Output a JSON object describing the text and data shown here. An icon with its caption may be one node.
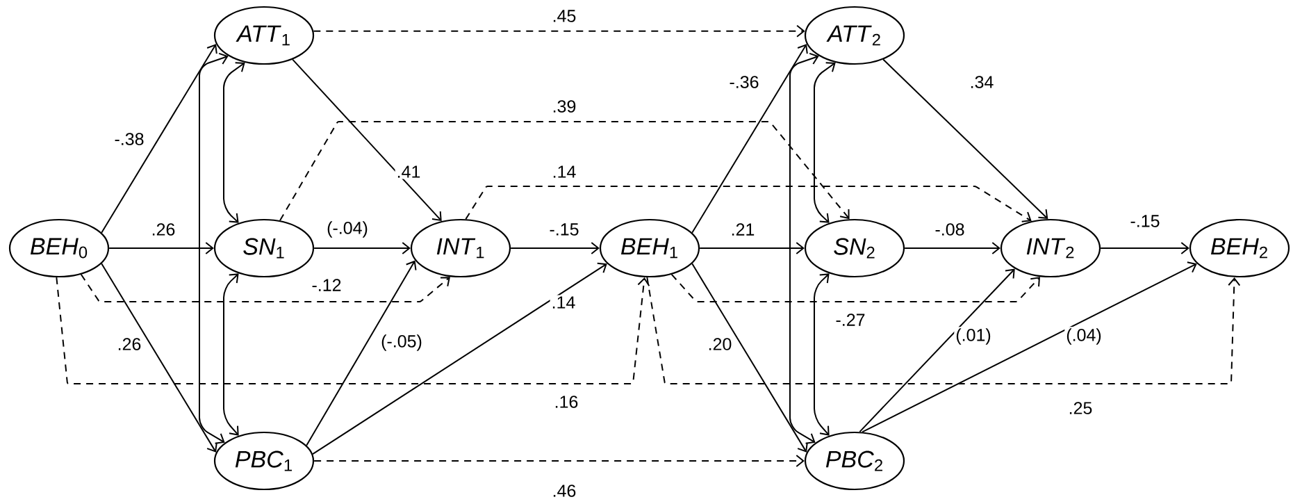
{
  "diagram": {
    "nodes": [
      {
        "text": [
          "*BEH*$_{0}$"
        ]
      },
      {
        "text": [
          "*ATT*$_{1}$"
        ]
      },
      {
        "text": [
          "*SN*$_{1}$"
        ]
      },
      {
        "text": [
          "*PBC*$_{1}$"
        ]
      },
      {
        "text": [
          "*INT*$_{1}$"
        ]
      },
      {
        "text": [
          "*BEH*$_{1}$"
        ]
      },
      {
        "text": [
          "*ATT*$_{2}$"
        ]
      },
      {
        "text": [
          "*SN*$_{2}$"
        ]
      },
      {
        "text": [
          "*PBC*$_{2}$"
        ]
      },
      {
        "text": [
          "*INT*$_{2}$"
        ]
      },
      {
        "text": [
          "*BEH*$_{2}$"
        ]
      }
    ],
    "edges": [
      {
        "from": 0,
        "to": 1,
        "arrow": "to",
        "label": "-.38"
      },
      {
        "from": 0,
        "to": 2,
        "arrow": "to",
        "label": ".26"
      },
      {
        "from": 0,
        "to": 3,
        "arrow": "to",
        "label": ".26"
      },
      {
        "from": 0,
        "to": 4,
        "arrow": "to",
        "style": "dashed",
        "label": "-.12"
      },
      {
        "from": 0,
        "to": 5,
        "arrow": "to",
        "style": "dashed",
        "label": ".16"
      },
      {
        "from": 1,
        "to": 2,
        "arrow": "both"
      },
      {
        "from": 2,
        "to": 3,
        "arrow": "both"
      },
      {
        "from": 1,
        "to": 3,
        "arrow": "both"
      },
      {
        "from": 1,
        "to": 4,
        "arrow": "to",
        "label": ".41"
      },
      {
        "from": 2,
        "to": 4,
        "arrow": "to",
        "label": "(-.04)"
      },
      {
        "from": 3,
        "to": 4,
        "arrow": "to",
        "label": "(-.05)"
      },
      {
        "from": 3,
        "to": 5,
        "arrow": "to",
        "label": ".14"
      },
      {
        "from": 4,
        "to": 5,
        "arrow": "to",
        "label": "-.15"
      },
      {
        "from": 1,
        "to": 6,
        "arrow": "to",
        "style": "dashed",
        "label": ".45"
      },
      {
        "from": 2,
        "to": 7,
        "arrow": "to",
        "style": "dashed",
        "label": ".39"
      },
      {
        "from": 4,
        "to": 9,
        "arrow": "to",
        "style": "dashed",
        "label": ".14"
      },
      {
        "from": 3,
        "to": 8,
        "arrow": "to",
        "style": "dashed",
        "label": ".46"
      },
      {
        "from": 5,
        "to": 6,
        "arrow": "to",
        "label": "-.36"
      },
      {
        "from": 5,
        "to": 7,
        "arrow": "to",
        "label": ".21"
      },
      {
        "from": 5,
        "to": 8,
        "arrow": "to",
        "label": ".20"
      },
      {
        "from": 5,
        "to": 9,
        "arrow": "to",
        "style": "dashed",
        "label": "-.27"
      },
      {
        "from": 5,
        "to": 10,
        "arrow": "to",
        "style": "dashed",
        "label": ".25"
      },
      {
        "from": 6,
        "to": 7,
        "arrow": "both"
      },
      {
        "from": 7,
        "to": 8,
        "arrow": "both"
      },
      {
        "from": 6,
        "to": 8,
        "arrow": "both"
      },
      {
        "from": 6,
        "to": 9,
        "arrow": "to",
        "label": ".34"
      },
      {
        "from": 7,
        "to": 9,
        "arrow": "to",
        "label": "-.08"
      },
      {
        "from": 8,
        "to": 9,
        "arrow": "to",
        "label": "(.01)"
      },
      {
        "from": 8,
        "to": 10,
        "arrow": "to",
        "label": "(.04)"
      },
      {
        "from": 9,
        "to": 10,
        "arrow": "to",
        "label": "-.15"
      }
    ]
  }
}
